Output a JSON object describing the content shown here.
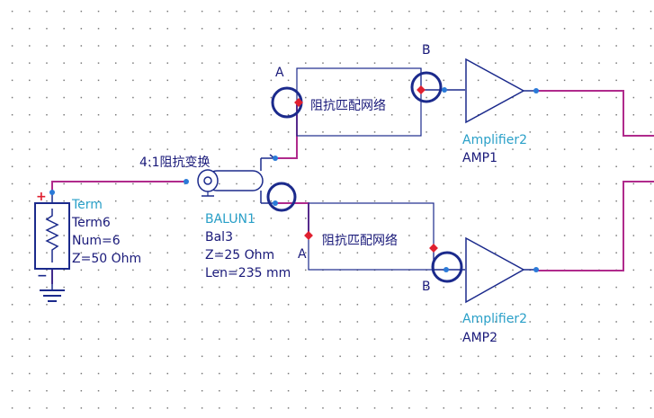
{
  "colors": {
    "background": "#ffffff",
    "grid_dot": "#7a7a7a",
    "wire": "#b02a8c",
    "component": "#1b2a8c",
    "instance_label": "#1a1a7a",
    "type_label": "#2aa0c8",
    "port_marker": "#e02030"
  },
  "term": {
    "type": "Term",
    "name": "Term6",
    "num": "Num=6",
    "z": "Z=50 Ohm"
  },
  "balun": {
    "note": "4:1阻抗变换",
    "name": "BALUN1",
    "model": "Bal3",
    "z": "Z=25 Ohm",
    "len": "Len=235 mm"
  },
  "match_top": {
    "label": "阻抗匹配网络",
    "port_a": "A",
    "port_b": "B"
  },
  "match_bottom": {
    "label": "阻抗匹配网络",
    "port_a": "A",
    "port_b": "B"
  },
  "amp1": {
    "type": "Amplifier2",
    "name": "AMP1"
  },
  "amp2": {
    "type": "Amplifier2",
    "name": "AMP2"
  }
}
